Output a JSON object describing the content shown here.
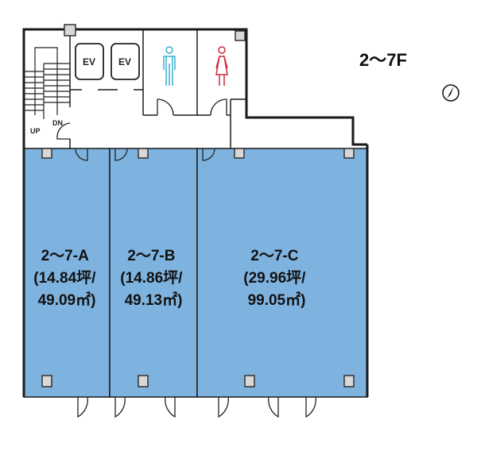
{
  "floor_label": "2～7F",
  "core": {
    "ev1": "EV",
    "ev2": "EV",
    "up": "UP",
    "dn": "DN"
  },
  "units": [
    {
      "name": "2～7-A",
      "tsubo": "(14.84坪/",
      "sqm": "49.09㎡)"
    },
    {
      "name": "2～7-B",
      "tsubo": "(14.86坪/",
      "sqm": "49.13㎡)"
    },
    {
      "name": "2～7-C",
      "tsubo": "(29.96坪/",
      "sqm": "99.05㎡)"
    }
  ],
  "colors": {
    "unit_fill": "#7fb3df",
    "male": "#3ab0d0",
    "female": "#d0283a"
  }
}
